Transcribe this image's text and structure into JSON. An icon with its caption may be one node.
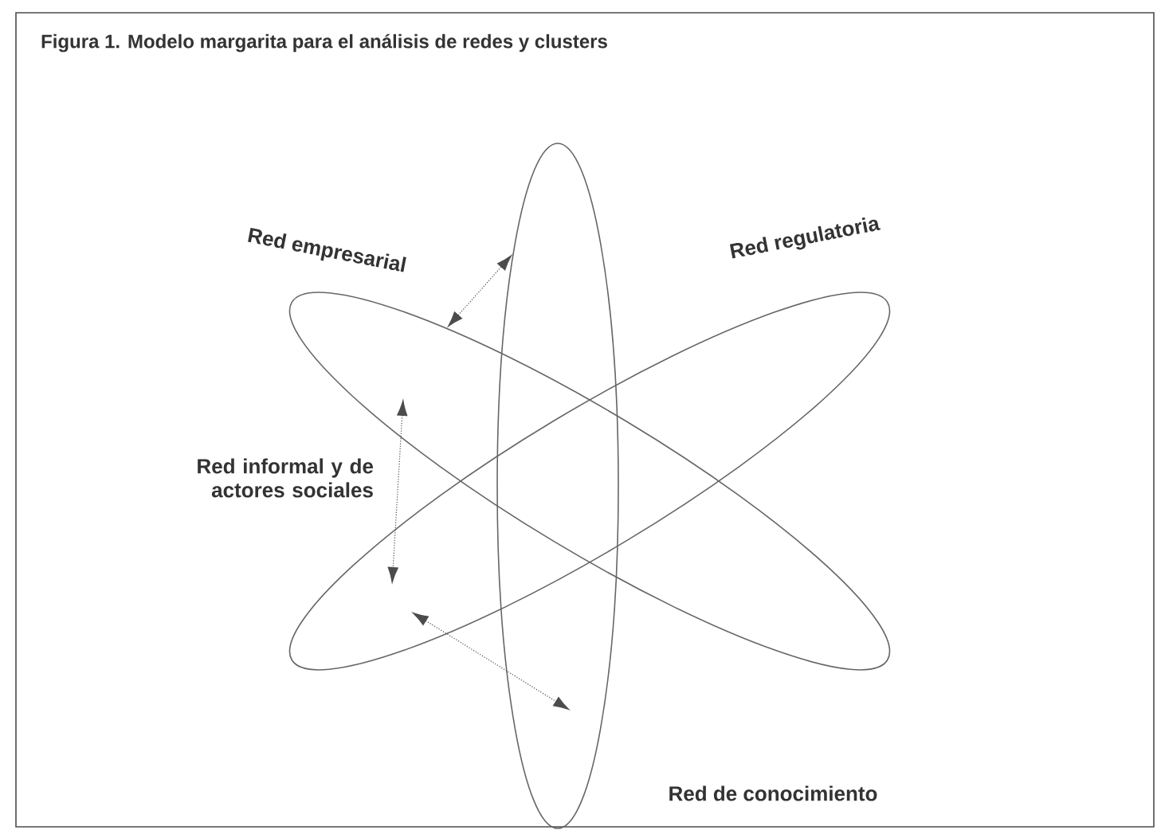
{
  "diagram": {
    "title": "Figura 1. Modelo margarita para el análisis de redes y clusters",
    "nodes": [
      {
        "text": [
          "Red empresarial"
        ]
      },
      {
        "text": [
          "Red regulatoria"
        ]
      },
      {
        "text": [
          "Red de conocimiento"
        ]
      }
    ],
    "edges": [
      {
        "from": 0,
        "to": 2,
        "arrow": "both",
        "style": "dashed"
      }
    ],
    "labels": [
      "Red informal y de actores sociales"
    ]
  }
}
